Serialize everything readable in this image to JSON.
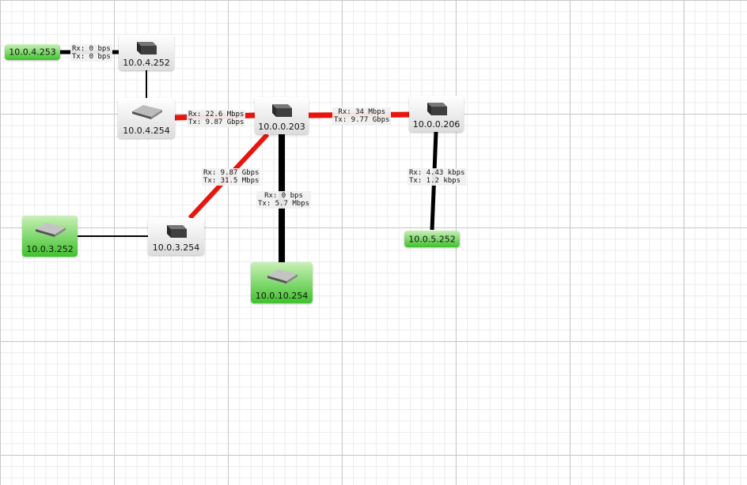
{
  "colors": {
    "link_normal": "#000000",
    "link_hot": "#e8150f",
    "node_green": "#3fc22c",
    "node_gray": "#dcdcdc"
  },
  "nodes": {
    "n4_253": {
      "label": "10.0.4.253",
      "icon": "none"
    },
    "n4_252": {
      "label": "10.0.4.252",
      "icon": "router-icon"
    },
    "n4_254": {
      "label": "10.0.4.254",
      "icon": "switch-icon"
    },
    "n0_203": {
      "label": "10.0.0.203",
      "icon": "router-icon"
    },
    "n0_206": {
      "label": "10.0.0.206",
      "icon": "router-icon"
    },
    "n3_252": {
      "label": "10.0.3.252",
      "icon": "switch-icon"
    },
    "n3_254": {
      "label": "10.0.3.254",
      "icon": "router-icon"
    },
    "n10_254": {
      "label": "10.0.10.254",
      "icon": "switch-icon"
    },
    "n5_252": {
      "label": "10.0.5.252",
      "icon": "none"
    }
  },
  "links": {
    "l1": {
      "rx": "Rx: 0 bps",
      "tx": "Tx: 0 bps"
    },
    "l2": {
      "rx": "Rx: 22.6 Mbps",
      "tx": "Tx: 9.87 Gbps"
    },
    "l3": {
      "rx": "Rx: 34 Mbps",
      "tx": "Tx: 9.77 Gbps"
    },
    "l4": {
      "rx": "Rx: 9.87 Gbps",
      "tx": "Tx: 31.5 Mbps"
    },
    "l5": {
      "rx": "Rx: 0 bps",
      "tx": "Tx: 5.7 Mbps"
    },
    "l6": {
      "rx": "Rx: 4.43 kbps",
      "tx": "Tx: 1.2 kbps"
    }
  }
}
